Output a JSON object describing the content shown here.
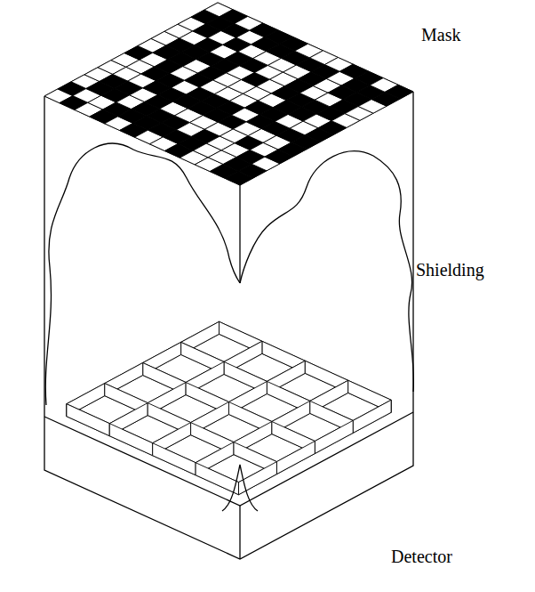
{
  "diagram": {
    "labels": [
      "Mask",
      "Shielding",
      "Detector"
    ]
  }
}
